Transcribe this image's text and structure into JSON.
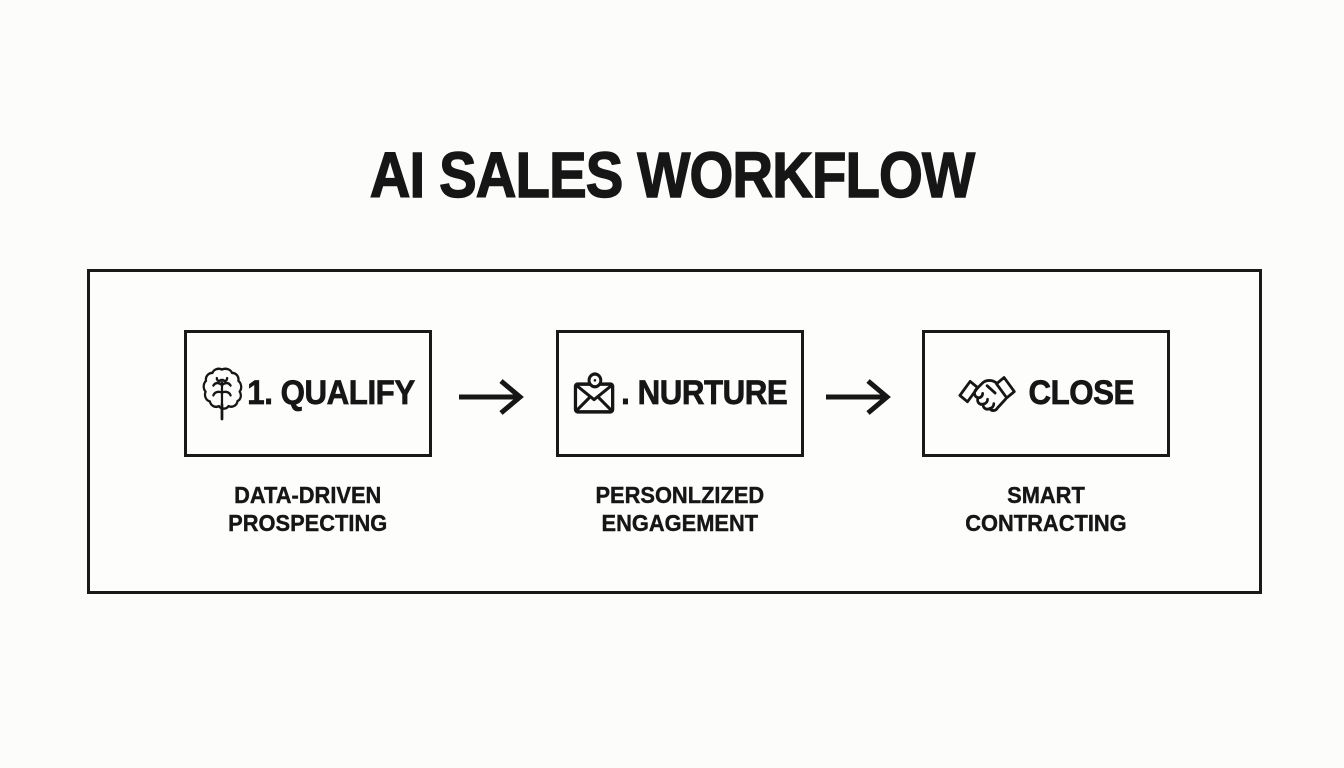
{
  "title": "AI SALES WORKFLOW",
  "colors": {
    "ink": "#161616",
    "background": "#fcfcfb",
    "box_background": "#fdfdfc"
  },
  "workflow": {
    "steps": [
      {
        "icon": "brain-icon",
        "label": "1. QUALIFY",
        "subtitle": [
          "DATA-DRIVEN",
          "PROSPECTING"
        ]
      },
      {
        "icon": "envelope-notification-icon",
        "label": ". NURTURE",
        "subtitle": [
          "PERSONLZIZED",
          "ENGAGEMENT"
        ]
      },
      {
        "icon": "handshake-icon",
        "label": "CLOSE",
        "subtitle": [
          "SMART",
          "CONTRACTING"
        ]
      }
    ],
    "connectors": [
      "arrow-right",
      "arrow-right"
    ]
  }
}
